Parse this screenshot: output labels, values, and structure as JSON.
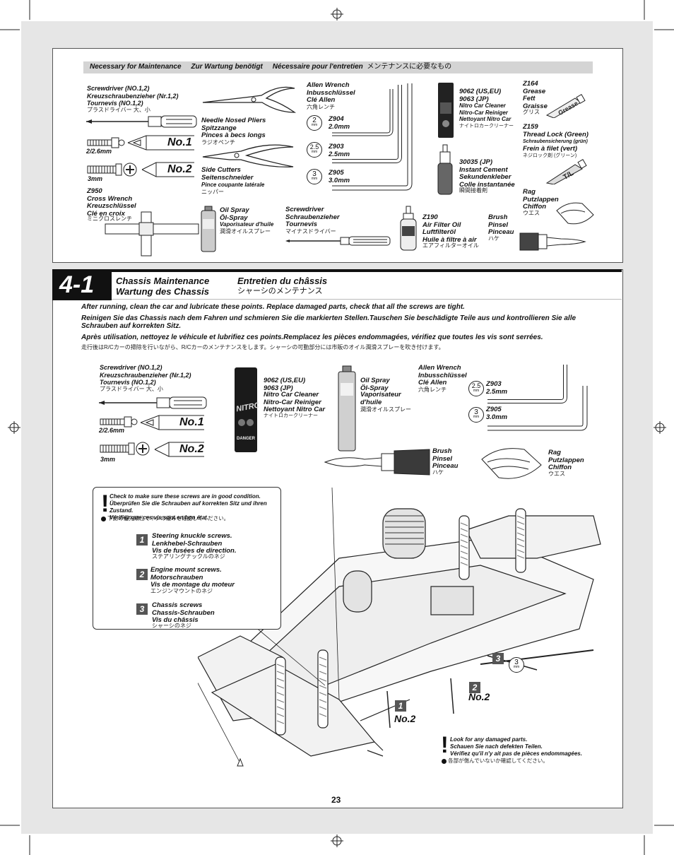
{
  "tools_header": {
    "en": "Necessary for Maintenance",
    "de": "Zur Wartung benötigt",
    "fr": "Nécessaire pour l'entretien",
    "jp": "メンテナンスに必要なもの"
  },
  "tools": {
    "screwdriver": {
      "text": "Screwdriver (NO.1,2)\nKreuzschraubenzieher (Nr.1,2)\nTournevis (NO.1,2)",
      "jp": "プラスドライバー 大、小"
    },
    "size_small": "2/2.6mm",
    "size_3mm": "3mm",
    "no1": "No.1",
    "no2": "No.2",
    "cross_wrench": {
      "text": "Z950\nCross Wrench\nKreuzschlüssel\nClé en croix",
      "jp": "ミニクロスレンチ"
    },
    "needle_pliers": {
      "text": "Needle Nosed Pliers\nSpitzzange\nPinces à becs longs",
      "jp": "ラジオペンチ"
    },
    "side_cutters": {
      "text": "Side Cutters\nSeitenschneider",
      "sub": "Pince coupante latérale",
      "jp": "ニッパー"
    },
    "allen": {
      "text": "Allen Wrench\nInbusschlüssel\nClé Allen",
      "jp": "六角レンチ"
    },
    "z904": {
      "code": "Z904",
      "size": "2.0mm",
      "badge": "2"
    },
    "z903": {
      "code": "Z903",
      "size": "2.5mm",
      "badge": "2.5"
    },
    "z905": {
      "code": "Z905",
      "size": "3.0mm",
      "badge": "3"
    },
    "mm": "mm",
    "oil_spray": {
      "text": "Oil Spray\nÖl-Spray",
      "sub": "Vaporisateur d'huile",
      "jp": "潤滑オイルスプレー"
    },
    "flat_screwdriver": {
      "text": "Screwdriver\nSchraubenzieher\nTournevis",
      "jp": "マイナスドライバー"
    },
    "nitro_cleaner": {
      "text": "9062 (US,EU)\n9063 (JP)",
      "sub": "Nitro Car Cleaner\nNitro-Car Reiniger\nNettoyant Nitro Car",
      "jp": "ナイトロカークリーナー"
    },
    "instant_cement": {
      "text": "30035 (JP)\nInstant Cement\nSekundenkleber\nColle instantanée",
      "jp": "瞬間接着剤"
    },
    "air_filter_oil": {
      "text": "Z190\nAir Filter Oil\nLuftfilteröl\nHuile à filtre à air",
      "jp": "エアフィルターオイル"
    },
    "brush": {
      "text": "Brush\nPinsel\nPinceau",
      "jp": "ハケ"
    },
    "grease": {
      "text": "Z164\nGrease\nFett\nGraisse",
      "jp": "グリス"
    },
    "thread_lock": {
      "text": "Z159\nThread Lock (Green)",
      "sub": "Schraubensicherung (grün)",
      "text2": "Frein à filet (vert)",
      "jp": "ネジロック剤 (グリーン)"
    },
    "rag": {
      "text": "Rag\nPutzlappen\nChiffon",
      "jp": "ウエス"
    },
    "grease_tube_label": "Grease",
    "tl_tube_label": "T/L"
  },
  "section": {
    "number": "4-1",
    "title_en": "Chassis Maintenance",
    "title_de": "Wartung des Chassis",
    "title_fr": "Entretien du châssis",
    "title_jp": "シャーシのメンテナンス",
    "intro_en": "After running, clean the car and lubricate these points. Replace damaged parts, check that all the screws are tight.",
    "intro_de": "Reinigen Sie das Chassis nach dem Fahren und schmieren Sie die markierten Stellen.Tauschen Sie beschädigte Teile aus und kontrollieren Sie alle Schrauben auf korrekten Sitz.",
    "intro_fr": "Après utilisation, nettoyez le véhicule et lubrifiez ces points.Remplacez les pièces endommagées, vérifiez que toutes les vis sont serrées.",
    "intro_jp": "走行後はR/Cカーの掃除を行いながら、R/Cカーのメンテナンスをします。シャーシの可動部分には市販のオイル潤滑スプレーを吹き付けます。"
  },
  "section_tools": {
    "spray_label": "NITRO",
    "danger": "DANGER"
  },
  "check_box": {
    "lines": "Check to make sure these screws are in good condition.\nÜberprüfen Sie die Schrauben auf korrekten Sitz und ihren Zustand.\nVérifiez que ces vis sont en bon état.",
    "jp": "下記の優先順位でネジの緩みを確認してください。",
    "items": [
      {
        "num": "1",
        "text": "Steering knuckle screws.\nLenkhebel-Schrauben\nVis de fusées de direction.",
        "jp": "ステアリングナックルのネジ"
      },
      {
        "num": "2",
        "text": "Engine mount screws.\nMotorschrauben\nVis de montage du moteur",
        "jp": "エンジンマウントのネジ"
      },
      {
        "num": "3",
        "text": "Chassis screws\nChassis-Schrauben\nVis du châssis",
        "jp": "シャーシのネジ"
      }
    ]
  },
  "damage_note": {
    "text": "Look for any damaged parts.\nSchauen Sie nach defekten Teilen.\nVérifiez qu'il n'y ait pas de pièces endommagées.",
    "jp": "各部が傷んでいないか確認してください。"
  },
  "callouts": {
    "c1": "1",
    "c1_tool": "No.2",
    "c2": "2",
    "c2_tool": "No.2",
    "c3": "3",
    "c3_size": "3"
  },
  "page_number": "23"
}
